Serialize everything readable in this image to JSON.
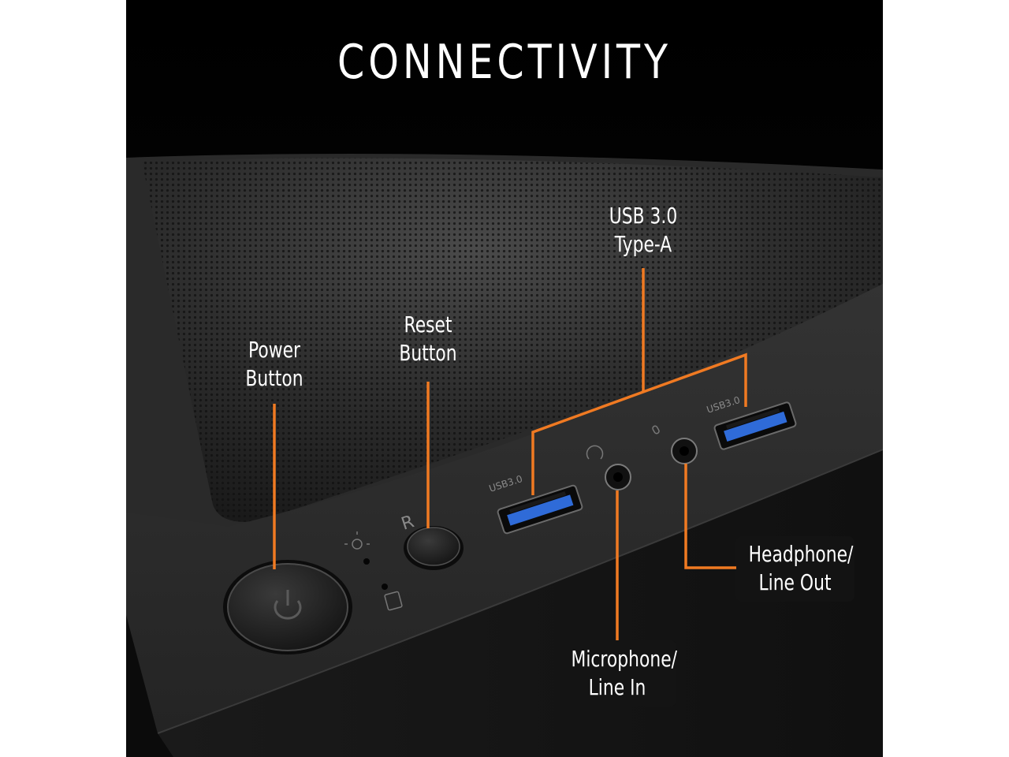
{
  "title": "CONNECTIVITY",
  "colors": {
    "callout_line": "#f07a22",
    "panel": "#2a2a2a",
    "usb_blue": "#2f6bd8"
  },
  "callouts": {
    "power": {
      "line1": "Power",
      "line2": "Button"
    },
    "reset": {
      "line1": "Reset",
      "line2": "Button"
    },
    "usb": {
      "line1": "USB 3.0",
      "line2": "Type-A"
    },
    "headphone": {
      "line1": "Headphone/",
      "line2": "Line Out"
    },
    "microphone": {
      "line1": "Microphone/",
      "line2": "Line In"
    }
  },
  "panel_markings": {
    "usb_left": "USB3.0",
    "usb_right": "USB3.0",
    "reset_letter": "R"
  },
  "icons": [
    "power-icon",
    "led-light-icon",
    "hdd-activity-icon",
    "headphone-icon",
    "microphone-icon"
  ]
}
